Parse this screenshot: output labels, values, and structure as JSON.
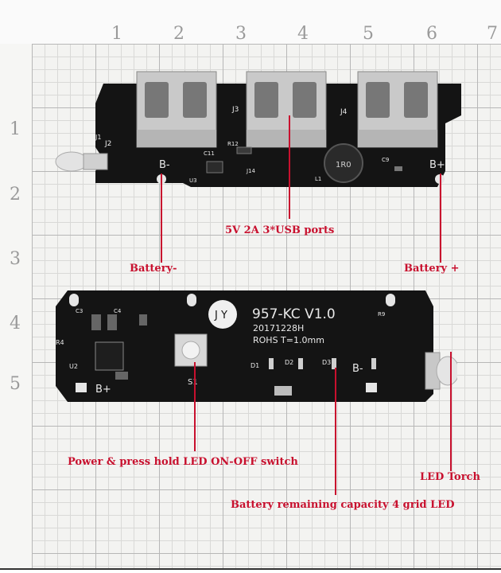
{
  "ruler": {
    "top": [
      "1",
      "2",
      "3",
      "4",
      "5",
      "6",
      "7"
    ],
    "left": [
      "1",
      "2",
      "3",
      "4",
      "5"
    ]
  },
  "labels": {
    "usb_ports": "5V 2A 3*USB ports",
    "battery_minus": "Battery-",
    "battery_plus": "Battery +",
    "power_switch": "Power & press hold LED ON-OFF switch",
    "led_torch": "LED Torch",
    "battery_led": "Battery remaining capacity 4 grid LED"
  },
  "board_top": {
    "silk_j2": "J2",
    "silk_j3": "J3",
    "silk_j4": "J4",
    "silk_j1": "J1",
    "silk_b_minus": "B-",
    "silk_b_plus": "B+",
    "silk_r12": "R12",
    "silk_c11": "C11",
    "silk_c9": "C9",
    "silk_u3": "U3",
    "silk_l1": "L1",
    "inductor_mark": "1R0",
    "silk_j14": "J14"
  },
  "board_bottom": {
    "model": "957-KC V1.0",
    "date": "20171228H",
    "rohs": "ROHS T=1.0mm",
    "silk_b_plus": "B+",
    "silk_b_minus": "B-",
    "silk_s1": "S1",
    "silk_d1": "D1",
    "silk_d2": "D2",
    "silk_d3": "D3",
    "silk_u2": "U2",
    "silk_r4": "R4",
    "silk_c3": "C3",
    "silk_c4": "C4",
    "silk_r9": "R9"
  },
  "colors": {
    "annotation": "#c8102e",
    "pcb": "#141414",
    "silk": "#e8e8e8",
    "metal": "#c9c9c9"
  }
}
